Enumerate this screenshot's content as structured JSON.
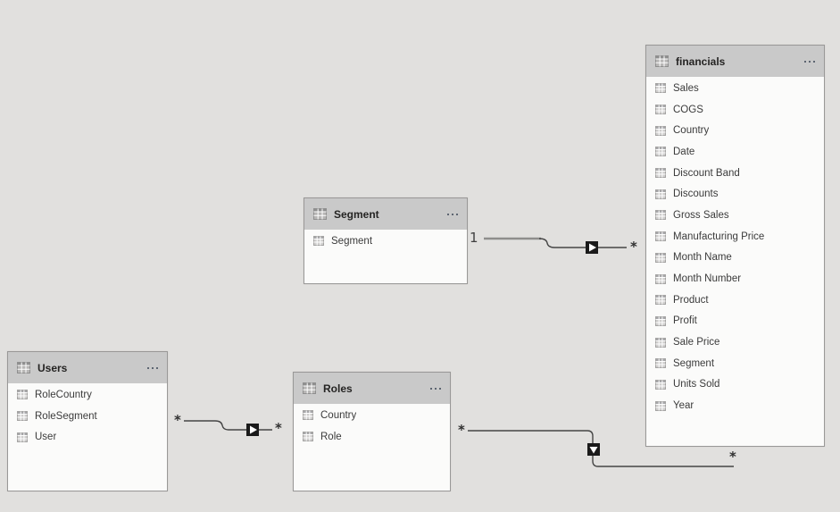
{
  "view": {
    "name": "Model view diagram",
    "canvas_background": "#e1e0de"
  },
  "tables": [
    {
      "title": "financials",
      "more_options": "...",
      "fields": [
        "Sales",
        "COGS",
        "Country",
        "Date",
        "Discount Band",
        "Discounts",
        "Gross Sales",
        "Manufacturing Price",
        "Month Name",
        "Month Number",
        "Product",
        "Profit",
        "Sale Price",
        "Segment",
        "Units Sold",
        "Year"
      ]
    },
    {
      "title": "Segment",
      "more_options": "...",
      "fields": [
        "Segment"
      ]
    },
    {
      "title": "Users",
      "more_options": "...",
      "fields": [
        "RoleCountry",
        "RoleSegment",
        "User"
      ]
    },
    {
      "title": "Roles",
      "more_options": "...",
      "fields": [
        "Country",
        "Role"
      ]
    }
  ],
  "relationships": [
    {
      "from_table": "Segment",
      "to_table": "financials",
      "from_label": "1",
      "to_label": "*",
      "arrow_direction": "right"
    },
    {
      "from_table": "Users",
      "to_table": "Roles",
      "from_label": "*",
      "to_label": "*",
      "arrow_direction": "right"
    },
    {
      "from_table": "Roles",
      "to_table": "financials",
      "from_label": "*",
      "to_label": "*",
      "arrow_direction": "down"
    }
  ],
  "icons": {
    "table": "grid-table-icon",
    "column": "grid-column-icon",
    "more_options": "ellipsis-icon",
    "cross_filter": "black square with white direction triangle"
  },
  "colors": {
    "canvas_bg": "#e1e0de",
    "table_header_bg": "#c9c9c9",
    "table_body_bg": "#fbfbfa",
    "table_border": "#999897",
    "header_text": "#252423",
    "field_text": "#3b3b3b",
    "relationship_line": "#454545",
    "arrow_box": "#1a1a1a"
  }
}
